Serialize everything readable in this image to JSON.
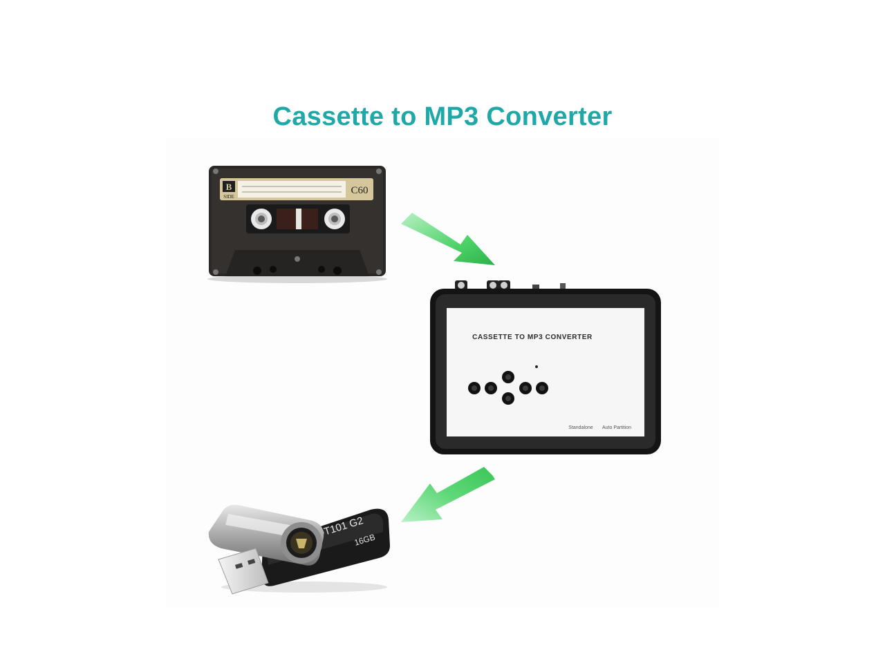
{
  "title": "Cassette to MP3 Converter",
  "cassette": {
    "side_letter": "B",
    "side_word": "SIDE",
    "length": "C60"
  },
  "converter": {
    "label": "CASSETTE TO MP3 CONVERTER",
    "mode_left": "Standalone",
    "mode_right": "Auto Partition"
  },
  "usb": {
    "model": "DT101 G2",
    "capacity": "16GB"
  },
  "colors": {
    "title": "#1fa8a8",
    "arrow": "#3cc95a"
  }
}
